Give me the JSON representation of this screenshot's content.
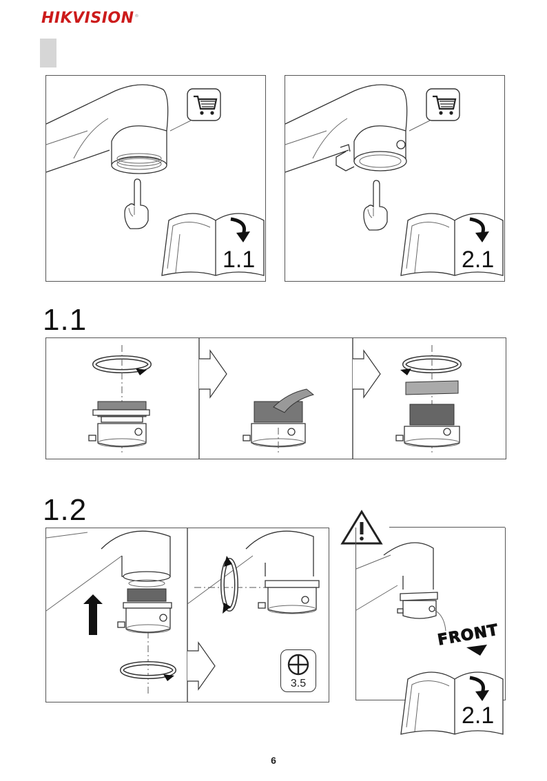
{
  "header": {
    "brand": "HIKVISION"
  },
  "overview": {
    "left_ref": "1.1",
    "right_ref": "2.1"
  },
  "section_1_1": {
    "title": "1.1"
  },
  "section_1_2": {
    "title": "1.2",
    "screwdriver_size": "3.5",
    "front_label": "FRONT",
    "warning_ref": "2.1"
  },
  "footer": {
    "page_number": "6"
  },
  "icons": [
    "cart-icon",
    "pointing-hand-icon",
    "manual-book-icon",
    "rotate-arrow-icon",
    "next-step-arrow-icon",
    "up-arrow-icon",
    "phillips-screwdriver-icon",
    "warning-icon"
  ]
}
